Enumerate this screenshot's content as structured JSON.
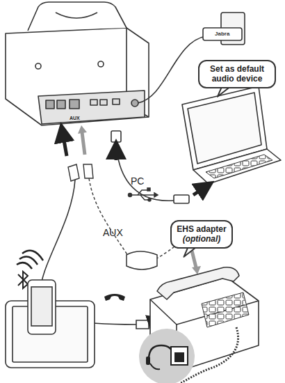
{
  "diagram": {
    "nodes": [
      {
        "text": [
          "Set as default audio device"
        ]
      },
      {
        "text": [
          "EHS adapter",
          "(optional)"
        ]
      }
    ],
    "labels": [
      "Jabra",
      "AUX",
      "PC",
      "AUX"
    ]
  }
}
